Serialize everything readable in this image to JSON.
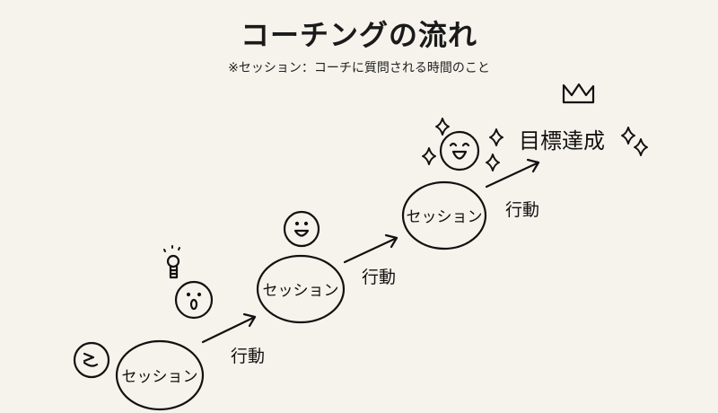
{
  "title": "コーチングの流れ",
  "subtitle": "※セッション：コーチに質問される時間のこと",
  "steps": [
    {
      "session_label": "セッション",
      "action_label": "行動",
      "face": "troubled"
    },
    {
      "session_label": "セッション",
      "action_label": "行動",
      "face": "surprised-with-lightbulb"
    },
    {
      "session_label": "セッション",
      "action_label": "行動",
      "face": "happy"
    },
    {
      "face": "very-happy-with-sparkles"
    }
  ],
  "goal": {
    "label": "目標達成",
    "icon": "crown"
  },
  "colors": {
    "background": "#f6f3ec",
    "ink": "#111111"
  }
}
